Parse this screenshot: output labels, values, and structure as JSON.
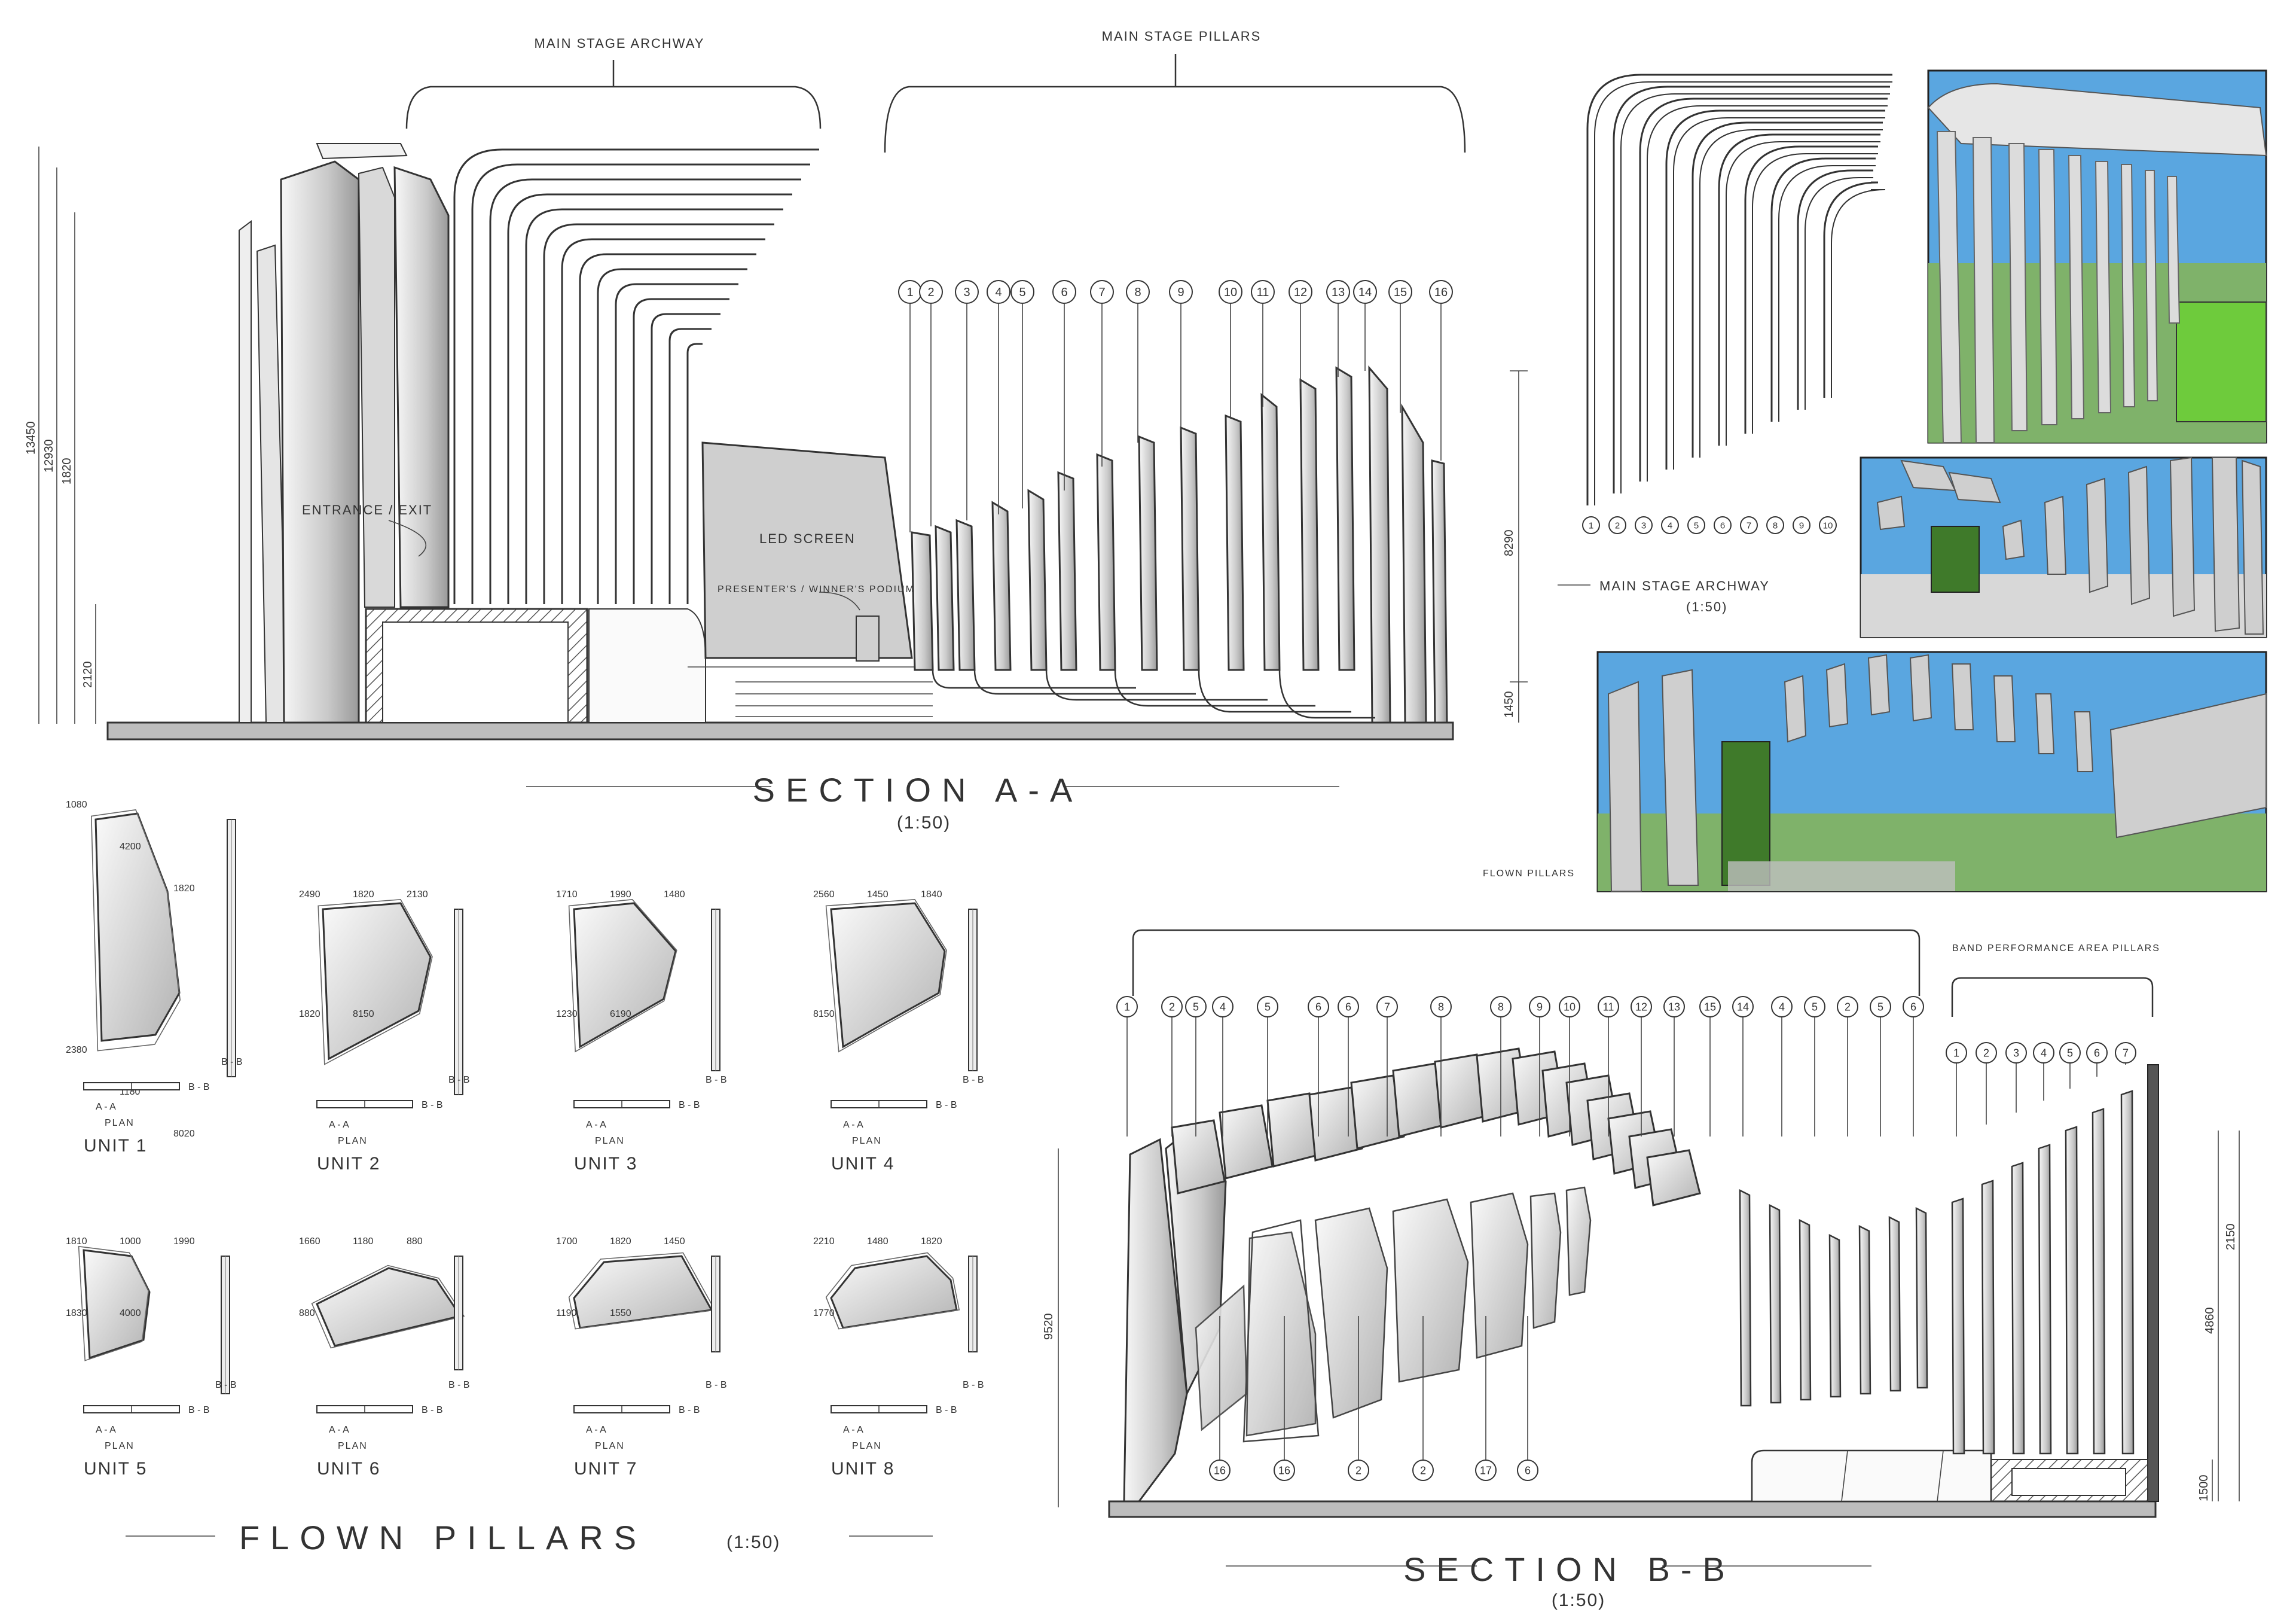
{
  "section_a": {
    "title": "SECTION A-A",
    "scale": "(1:50)",
    "archway_label": "MAIN STAGE ARCHWAY",
    "pillars_label": "MAIN STAGE PILLARS",
    "entrance_label": "ENTRANCE / EXIT",
    "led_label": "LED SCREEN",
    "podium_label": "PRESENTER'S / WINNER'S PODIUM",
    "pillar_numbers": [
      "1",
      "2",
      "3",
      "4",
      "5",
      "6",
      "7",
      "8",
      "9",
      "10",
      "11",
      "12",
      "13",
      "14",
      "15",
      "16"
    ],
    "left_dims": [
      "13450",
      "12930",
      "1820",
      "2120"
    ],
    "right_dims": [
      "8290",
      "1450"
    ]
  },
  "archway_detail": {
    "title": "MAIN STAGE ARCHWAY",
    "scale": "(1:50)",
    "numbers": [
      "1",
      "2",
      "3",
      "4",
      "5",
      "6",
      "7",
      "8",
      "9",
      "10"
    ]
  },
  "renders": {
    "flown_label": "FLOWN PILLARS",
    "colors": {
      "sky": "#5aa6e0",
      "grass": "#7fb26a",
      "screen": "#3f7a2a",
      "green": "#6ecb3c"
    }
  },
  "flown_pillars": {
    "title": "FLOWN PILLARS",
    "scale": "(1:50)",
    "plan_label": "PLAN",
    "aa_label": "A - A",
    "bb_label": "B - B",
    "units": [
      {
        "name": "UNIT 1",
        "dims": [
          "1080",
          "4200",
          "1820",
          "2380",
          "1180",
          "8020"
        ]
      },
      {
        "name": "UNIT 2",
        "dims": [
          "2490",
          "1820",
          "2130",
          "1820",
          "8150"
        ]
      },
      {
        "name": "UNIT 3",
        "dims": [
          "1710",
          "1990",
          "1480",
          "1230",
          "6190"
        ]
      },
      {
        "name": "UNIT 4",
        "dims": [
          "2560",
          "1450",
          "1840",
          "8150"
        ]
      },
      {
        "name": "UNIT 5",
        "dims": [
          "1810",
          "1000",
          "1990",
          "1830",
          "4000"
        ]
      },
      {
        "name": "UNIT 6",
        "dims": [
          "1660",
          "1180",
          "880",
          "880"
        ]
      },
      {
        "name": "UNIT 7",
        "dims": [
          "1700",
          "1820",
          "1450",
          "1190",
          "1550"
        ]
      },
      {
        "name": "UNIT 8",
        "dims": [
          "2210",
          "1480",
          "1820",
          "1770"
        ]
      }
    ]
  },
  "section_b": {
    "title": "SECTION B-B",
    "scale": "(1:50)",
    "band_label": "BAND PERFORMANCE AREA PILLARS",
    "top_numbers": [
      "1",
      "2",
      "5",
      "4",
      "5",
      "6",
      "6",
      "7",
      "8",
      "8",
      "9",
      "10",
      "11",
      "12",
      "13",
      "15",
      "14",
      "4",
      "5",
      "2",
      "5",
      "6"
    ],
    "band_numbers": [
      "1",
      "2",
      "3",
      "4",
      "5",
      "6",
      "7"
    ],
    "bottom_numbers": [
      "16",
      "16",
      "2",
      "2",
      "17",
      "6"
    ],
    "dims": [
      "9520",
      "4860",
      "2150",
      "1500"
    ]
  }
}
